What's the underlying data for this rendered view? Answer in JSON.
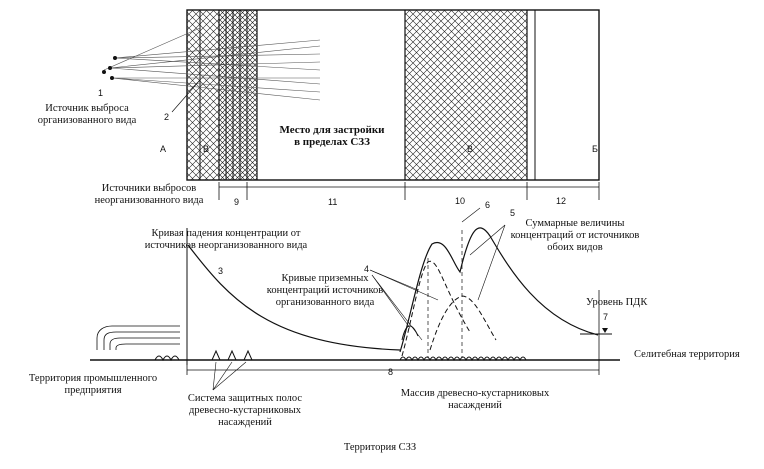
{
  "plan_labels": {
    "organized_source": [
      "Источник выброса",
      "организованного вида"
    ],
    "build_site": [
      "Место для застройки",
      "в пределах СЗЗ"
    ],
    "unorganized_sources": [
      "Источники выбросов",
      "неорганизованного вида"
    ]
  },
  "section_labels": {
    "unorganized_curve": [
      "Кривая падения концентрации от",
      "источников неорганизованного вида"
    ],
    "total": [
      "Суммарные величины",
      "концентраций от источников",
      "обоих видов"
    ],
    "ground_curves": [
      "Кривые приземных",
      "концентраций источников",
      "организованного вида"
    ],
    "mpc_level": "Уровень ПДК",
    "residential": "Селитебная территория",
    "industrial": [
      "Территория промышленного",
      "предприятия"
    ],
    "protective_belts": [
      "Система защитных полос",
      "древесно-кустарниковых",
      "насаждений"
    ],
    "tree_massif": [
      "Массив древесно-кустарниковых",
      "насаждений"
    ],
    "sanitary_zone": "Территория СЗЗ"
  },
  "marks": {
    "n1": "1",
    "n2": "2",
    "n3": "3",
    "n4": "4",
    "n5": "5",
    "n6": "6",
    "n7": "7",
    "n8": "8",
    "n9": "9",
    "n10": "10",
    "n11": "11",
    "n12": "12",
    "zone_A": "А",
    "zone_B1": "В",
    "zone_B2": "В",
    "zone_B3": "Б"
  }
}
